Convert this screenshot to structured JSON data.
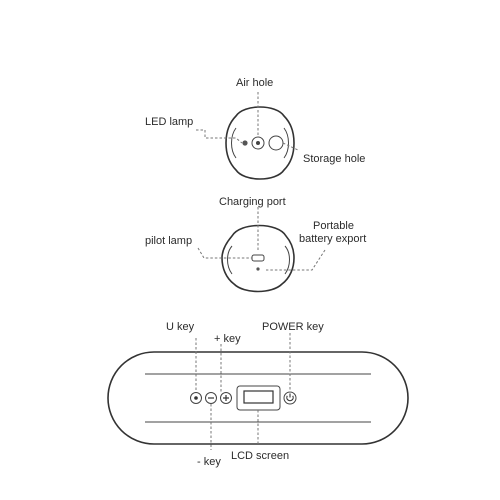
{
  "top_view": {
    "air_hole_label": "Air hole",
    "led_lamp_label": "LED lamp",
    "storage_hole_label": "Storage hole"
  },
  "middle_view": {
    "charging_port_label": "Charging port",
    "pilot_lamp_label": "pilot lamp",
    "portable_battery_label_line1": "Portable",
    "portable_battery_label_line2": "battery export"
  },
  "front_view": {
    "u_key_label": "U key",
    "plus_key_label": "+ key",
    "power_key_label": "POWER key",
    "minus_key_label": "- key",
    "lcd_screen_label": "LCD screen"
  }
}
